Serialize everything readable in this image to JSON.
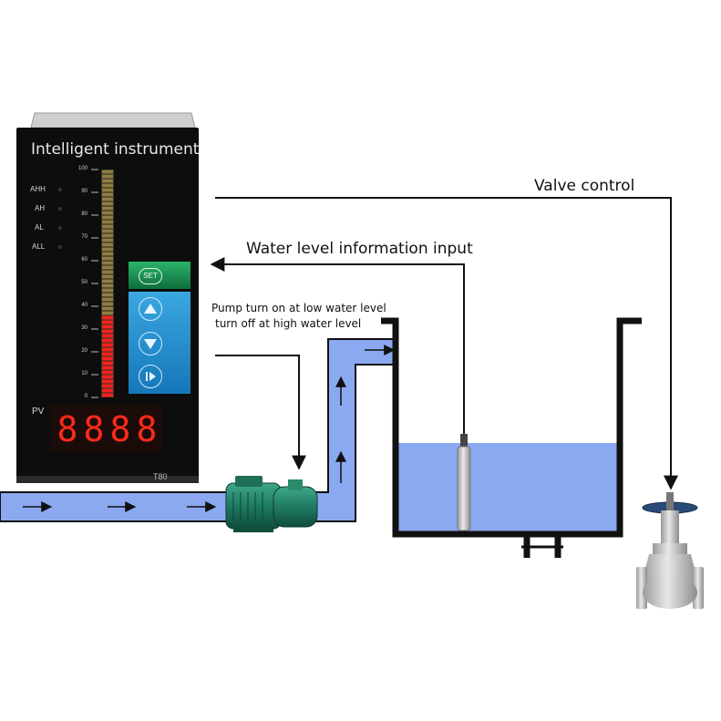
{
  "instrument": {
    "title": "Intelligent instrument",
    "alarms": [
      "AHH",
      "AH",
      "AL",
      "ALL"
    ],
    "scale_ticks": [
      "100",
      "90",
      "80",
      "70",
      "60",
      "50",
      "40",
      "30",
      "20",
      "10",
      "0"
    ],
    "bar_level_percent": 35,
    "pv_label": "PV",
    "display_value": "8888",
    "model": "T80",
    "buttons": {
      "set_label": "SET",
      "up_icon": "up-triangle-icon",
      "down_icon": "down-triangle-icon",
      "enter_icon": "enter-icon"
    }
  },
  "labels": {
    "valve_control": "Valve control",
    "water_level_input": "Water level information input",
    "pump_line1": "Pump turn on at low water level",
    "pump_line2": "turn off at high water level"
  },
  "colors": {
    "water": "#8aa9f0",
    "pipe": "#8aa9f0",
    "panel": "#0d0d0d",
    "bar_red": "#ff2020",
    "display_red": "#ff2a1a"
  }
}
